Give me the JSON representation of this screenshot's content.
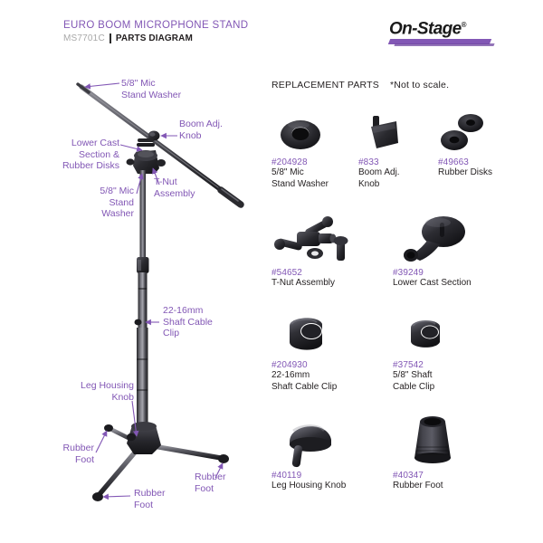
{
  "header": {
    "title": "EURO BOOM MICROPHONE STAND",
    "model": "MS7701C",
    "separator": "|",
    "subtitle": "PARTS DIAGRAM"
  },
  "logo": {
    "brand": "On-Stage",
    "registered": "®",
    "accent_color": "#8257b5"
  },
  "colors": {
    "purple": "#8257b5",
    "dark_text": "#231f20",
    "gray_text": "#a8a8a8",
    "metal_dark": "#3a3a3e",
    "metal_light": "#8e8e95"
  },
  "parts_panel": {
    "heading": "REPLACEMENT PARTS",
    "note": "*Not to scale.",
    "rows": [
      {
        "items": [
          {
            "code": "#204928",
            "name": "5/8\" Mic\nStand Washer",
            "icon": "washer-icon"
          },
          {
            "code": "#833",
            "name": "Boom Adj.\nKnob",
            "icon": "knob-icon"
          },
          {
            "code": "#49663",
            "name": "Rubber Disks",
            "icon": "rubber-disks-icon"
          }
        ]
      },
      {
        "items": [
          {
            "code": "#54652",
            "name": "T-Nut Assembly",
            "icon": "t-nut-assembly-icon"
          },
          {
            "code": "#39249",
            "name": "Lower Cast Section",
            "icon": "lower-cast-section-icon"
          }
        ]
      },
      {
        "items": [
          {
            "code": "#204930",
            "name": "22-16mm\nShaft Cable Clip",
            "icon": "cable-clip-icon"
          },
          {
            "code": "#37542",
            "name": "5/8\" Shaft\nCable Clip",
            "icon": "cable-clip-icon"
          }
        ]
      },
      {
        "items": [
          {
            "code": "#40119",
            "name": "Leg Housing Knob",
            "icon": "leg-housing-knob-icon"
          },
          {
            "code": "#40347",
            "name": "Rubber Foot",
            "icon": "rubber-foot-icon"
          }
        ]
      }
    ]
  },
  "diagram": {
    "product": "euro-boom-microphone-stand",
    "callouts": [
      {
        "id": "washer-top",
        "label": "5/8\" Mic\nStand Washer"
      },
      {
        "id": "boom-adj-knob",
        "label": "Boom Adj.\nKnob"
      },
      {
        "id": "lower-cast",
        "label": "Lower Cast\nSection &\nRubber Disks"
      },
      {
        "id": "t-nut",
        "label": "T-Nut\nAssembly"
      },
      {
        "id": "washer-mid",
        "label": "5/8\" Mic\nStand\nWasher"
      },
      {
        "id": "shaft-cable-clip",
        "label": "22-16mm\nShaft Cable\nClip"
      },
      {
        "id": "leg-housing-knob",
        "label": "Leg Housing\nKnob"
      },
      {
        "id": "rubber-foot-left",
        "label": "Rubber\nFoot"
      },
      {
        "id": "rubber-foot-bottom",
        "label": "Rubber\nFoot"
      },
      {
        "id": "rubber-foot-right",
        "label": "Rubber\nFoot"
      }
    ]
  }
}
